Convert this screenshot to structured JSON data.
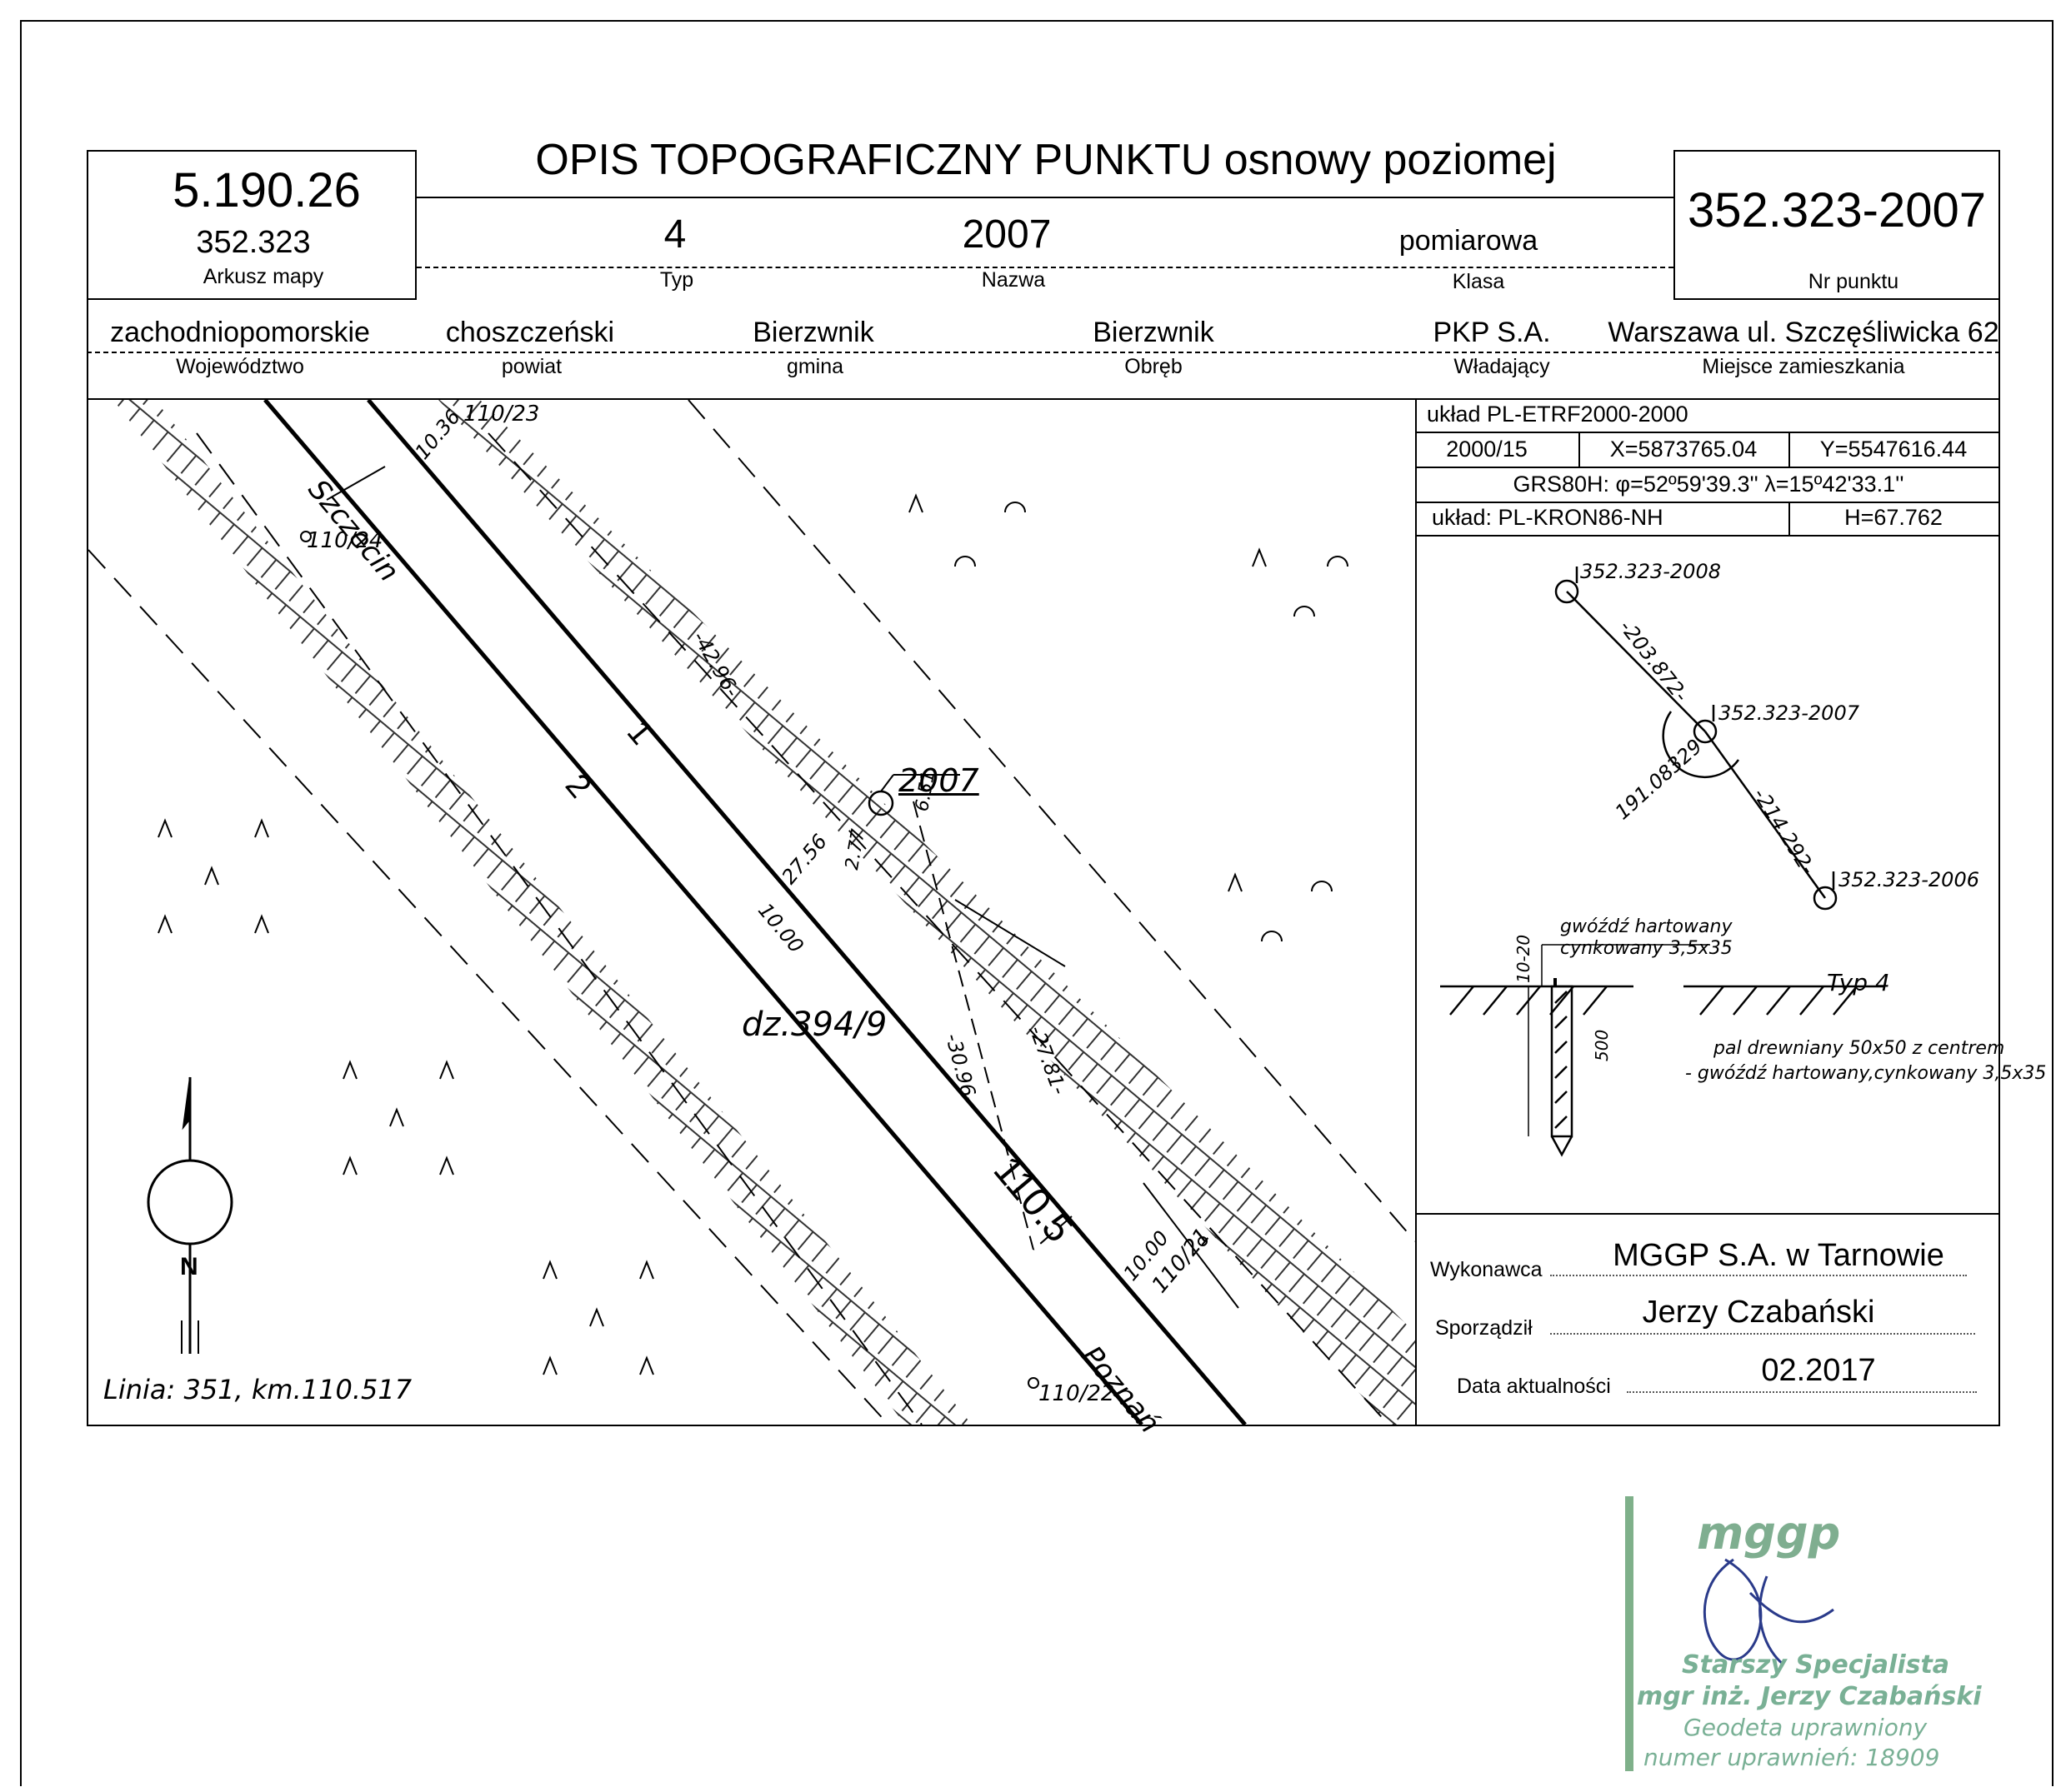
{
  "title": "OPIS TOPOGRAFICZNY PUNKTU osnowy poziomej",
  "map_sheet": {
    "code": "5.190.26",
    "sub": "352.323",
    "label": "Arkusz mapy"
  },
  "point_number": {
    "value": "352.323-2007",
    "label": "Nr punktu"
  },
  "row1": {
    "type": {
      "value": "4",
      "label": "Typ"
    },
    "name": {
      "value": "2007",
      "label": "Nazwa"
    },
    "class": {
      "value": "pomiarowa",
      "label": "Klasa"
    }
  },
  "row2": {
    "voivodeship": {
      "value": "zachodniopomorskie",
      "label": "Województwo"
    },
    "county": {
      "value": "choszczeński",
      "label": "powiat"
    },
    "commune": {
      "value": "Bierzwnik",
      "label": "gmina"
    },
    "precinct": {
      "value": "Bierzwnik",
      "label": "Obręb"
    },
    "owner": {
      "value": "PKP S.A.",
      "label": "Władający"
    },
    "residence": {
      "value": "Warszawa ul. Szczęśliwicka 62",
      "label": "Miejsce zamieszkania"
    }
  },
  "coords": {
    "system": "układ PL-ETRF2000-2000",
    "zone": "2000/15",
    "x": "X=5873765.04",
    "y": "Y=5547616.44",
    "grs": "GRS80H: φ=52º59'39.3'' λ=15º42'33.1''",
    "height_system": "układ: PL-KRON86-NH",
    "h": "H=67.762"
  },
  "network": {
    "p1": "352.323-2008",
    "p2": "352.323-2007",
    "p3": "352.323-2006",
    "d1": "-203.872-",
    "d2": "-214.292-",
    "angle": "191.08329"
  },
  "marker": {
    "top_label_1": "gwóźdź hartowany",
    "top_label_2": "cynkowany 3,5x35",
    "dim_top": "10-20",
    "dim_depth": "500",
    "type": "Typ 4",
    "desc_1": "pal drewniany 50x50 z centrem",
    "desc_2": "- gwóźdź hartowany,cynkowany 3,5x35"
  },
  "credits": {
    "contractor_label": "Wykonawca",
    "contractor": "MGGP S.A.  w Tarnowie",
    "author_label": "Sporządził",
    "author": "Jerzy Czabański",
    "date_label": "Data aktualności",
    "date": "02.2017"
  },
  "sketch": {
    "szczecin": "Szczecin",
    "poznan": "Poznań",
    "line_info": "Linia: 351, km.110.517",
    "parcel": "dz.394/9",
    "km": "110.5",
    "track1": "1",
    "track2": "2",
    "point": "2007",
    "north": "N",
    "p110_21": "110/21",
    "p110_22": "110/22",
    "p110_23": "110/23",
    "p110_24": "110/24",
    "m_10_36": "10.36",
    "m_42_96": "-42.96-",
    "m_6_51": "6.51",
    "m_27_56": "27.56",
    "m_2_77": "2.77",
    "m_10_00": "10.00",
    "m_30_96": "-30.96-",
    "m_27_81": "-27.81-",
    "m_10_00b": "10.00"
  },
  "stamp": {
    "logo": "mggp",
    "line1": "Starszy Specjalista",
    "line2": "mgr inż. Jerzy Czabański",
    "line3": "Geodeta uprawniony",
    "line4": "numer uprawnień: 18909"
  }
}
